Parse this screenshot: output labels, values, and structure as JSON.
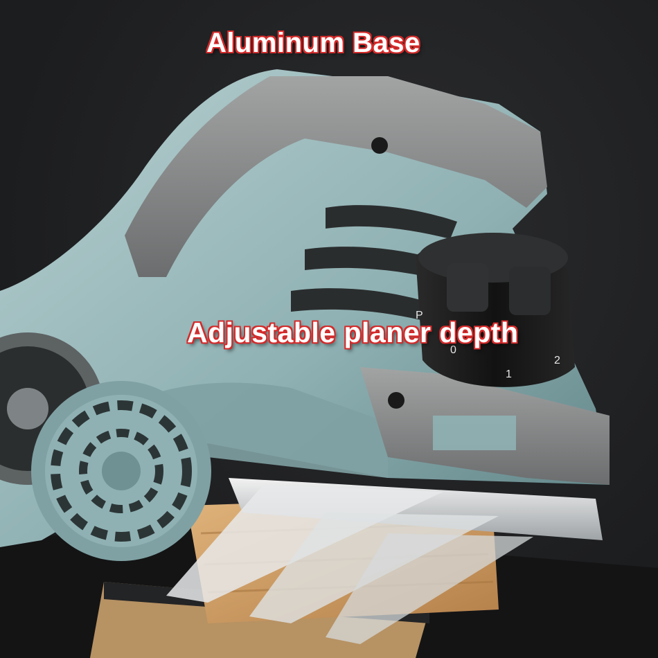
{
  "product": {
    "captions": {
      "base": "Aluminum Base",
      "depth": "Adjustable planer depth"
    },
    "colors": {
      "background": "#1e1f21",
      "body_teal": "#8fb1b3",
      "grip_gray": "#8a8c8c",
      "knob_black": "#151515",
      "wood": "#c99a62",
      "caption_outline": "#d42a2a"
    },
    "knob_markings": [
      "P",
      "0",
      "1",
      "2"
    ]
  }
}
